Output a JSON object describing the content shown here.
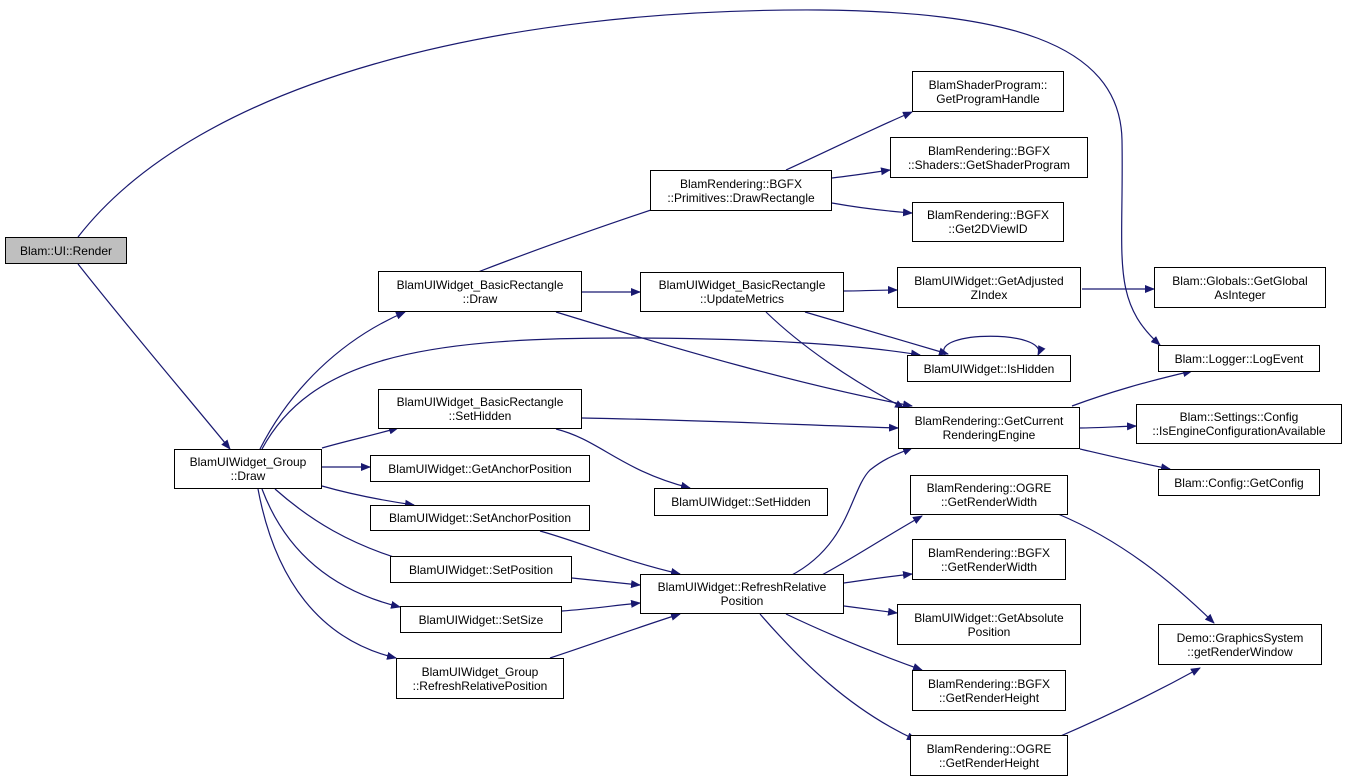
{
  "colors": {
    "edge": "#191970",
    "root_fill": "#bfbfbf",
    "node_fill": "#ffffff",
    "border": "#000000"
  },
  "nodes": {
    "render": "Blam::UI::Render",
    "group_draw": "BlamUIWidget_Group\n::Draw",
    "rect_draw": "BlamUIWidget_BasicRectangle\n::Draw",
    "rect_sethidden": "BlamUIWidget_BasicRectangle\n::SetHidden",
    "get_anchor": "BlamUIWidget::GetAnchorPosition",
    "set_anchor": "BlamUIWidget::SetAnchorPosition",
    "set_position": "BlamUIWidget::SetPosition",
    "set_size": "BlamUIWidget::SetSize",
    "group_refresh": "BlamUIWidget_Group\n::RefreshRelativePosition",
    "draw_rectangle": "BlamRendering::BGFX\n::Primitives::DrawRectangle",
    "update_metrics": "BlamUIWidget_BasicRectangle\n::UpdateMetrics",
    "widget_sethidden": "BlamUIWidget::SetHidden",
    "refresh_relative": "BlamUIWidget::RefreshRelative\nPosition",
    "shader_handle": "BlamShaderProgram::\nGetProgramHandle",
    "get_shader_program": "BlamRendering::BGFX\n::Shaders::GetShaderProgram",
    "get2dviewid": "BlamRendering::BGFX\n::Get2DViewID",
    "adjusted_zindex": "BlamUIWidget::GetAdjusted\nZIndex",
    "is_hidden": "BlamUIWidget::IsHidden",
    "current_engine": "BlamRendering::GetCurrent\nRenderingEngine",
    "ogre_width": "BlamRendering::OGRE\n::GetRenderWidth",
    "bgfx_width": "BlamRendering::BGFX\n::GetRenderWidth",
    "absolute_position": "BlamUIWidget::GetAbsolute\nPosition",
    "bgfx_height": "BlamRendering::BGFX\n::GetRenderHeight",
    "ogre_height": "BlamRendering::OGRE\n::GetRenderHeight",
    "global_int": "Blam::Globals::GetGlobal\nAsInteger",
    "log_event": "Blam::Logger::LogEvent",
    "engine_config": "Blam::Settings::Config\n::IsEngineConfigurationAvailable",
    "get_config": "Blam::Config::GetConfig",
    "render_window": "Demo::GraphicsSystem\n::getRenderWindow"
  }
}
